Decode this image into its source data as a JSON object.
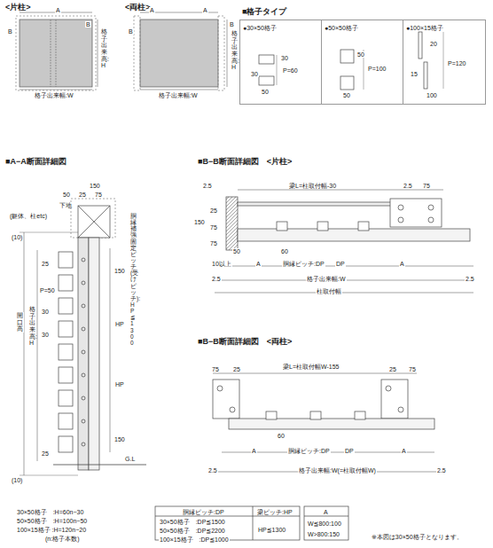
{
  "diagram": {
    "nodes": [
      {
        "text": [
          "■格子タイプ"
        ]
      },
      {
        "text": [
          "●30×50格子"
        ],
        "in": 0
      },
      {
        "text": [
          "●50×50格子"
        ],
        "in": 0
      },
      {
        "text": [
          "●100×15格子"
        ],
        "in": 0
      }
    ],
    "labels": [
      "<片柱>",
      "A",
      "B",
      "B",
      "格子出来高:H",
      "格子出来幅:W",
      "<両柱>",
      "A",
      "A",
      "B",
      "B",
      "格子出来高:H",
      "格子出来幅:W",
      "30",
      "P=60",
      "50",
      "30",
      "50",
      "P=100",
      "50",
      "20",
      "15",
      "P=120",
      "100",
      "■A−A断面詳細図",
      "150",
      "50",
      "25",
      "75",
      "下地",
      "(躯体、柱etc)",
      "(10)",
      "25",
      "P=50",
      "30",
      "30",
      "開口高",
      "格子出来高:H",
      "150",
      "HP",
      "HP",
      "150",
      "胴縁補強固定ピッチ(受けピッチ):HP≦1300",
      "25",
      "G.L",
      "(10)",
      "■B−B断面詳細図　<片柱>",
      "2.5",
      "梁L=柱取付幅-30",
      "2.5",
      "75",
      "150",
      "25",
      "75",
      "75",
      "60",
      "50",
      "10以上",
      "A",
      "胴縁ピッチ:DP",
      "DP",
      "A",
      "2.5",
      "格子出来幅:W",
      "2.5",
      "柱取付幅",
      "■B−B断面詳細図　<両柱>",
      "75",
      "25",
      "梁L=柱取付幅W-155",
      "25",
      "75",
      "60",
      "A",
      "胴縁ピッチ:DP",
      "DP",
      "A",
      "2.5",
      "格子出来幅:W(=柱取付幅W)",
      "2.5",
      "30×50格子　:H=60n−30",
      "50×50格子　:H=100n−50",
      "100×15格子 :H=120n−20",
      "(n:格子本数)",
      "胴縁ピッチ:DP",
      "梁ピッチ:HP",
      "30×50格子　:DP≦1500",
      "50×50格子　:DP≦2200",
      "100×15格子　:DP≦1000",
      "HP≦1300",
      "A",
      "W≦800:100",
      "W>800:150",
      "※本図は30×50格子となります。"
    ]
  }
}
